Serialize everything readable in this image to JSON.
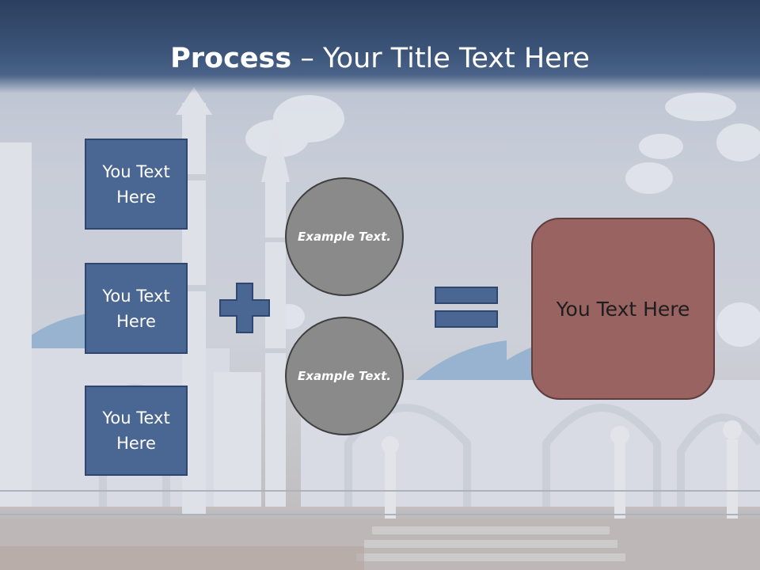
{
  "slide": {
    "title": {
      "bold": "Process",
      "rest": " – Your Title Text Here"
    },
    "left_boxes": [
      "You Text Here",
      "You Text Here",
      "You Text Here"
    ],
    "circles": [
      "Example Text.",
      "Example Text."
    ],
    "result": "You Text Here"
  },
  "colors": {
    "header": "#3b5478",
    "box_fill": "#4a6692",
    "circle_fill": "#8a8a8a",
    "result_fill": "#996361"
  }
}
